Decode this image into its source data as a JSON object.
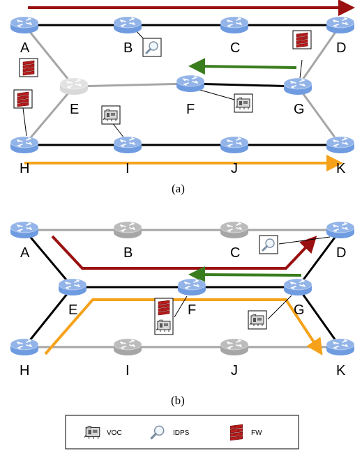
{
  "figure_a": {
    "caption": "(a)",
    "nodes": [
      "A",
      "B",
      "C",
      "D",
      "E",
      "F",
      "G",
      "H",
      "I",
      "J",
      "K"
    ]
  },
  "figure_b": {
    "caption": "(b)",
    "nodes": [
      "A",
      "B",
      "C",
      "D",
      "E",
      "F",
      "G",
      "H",
      "I",
      "J",
      "K"
    ]
  },
  "legend": {
    "items": [
      {
        "icon": "voc-icon",
        "label": "VOC"
      },
      {
        "icon": "idps-icon",
        "label": "IDPS"
      },
      {
        "icon": "fw-icon",
        "label": "FW"
      }
    ]
  },
  "colors": {
    "router_active": "#6f9be0",
    "router_inactive_light": "#d9d9d9",
    "router_inactive_gray": "#a6a6a6",
    "link_active": "#000000",
    "link_inactive": "#a6a6a6",
    "path_red": "#9a1010",
    "path_green": "#3a7d1e",
    "path_orange": "#f5a21a",
    "firewall_red": "#b81c1c"
  }
}
